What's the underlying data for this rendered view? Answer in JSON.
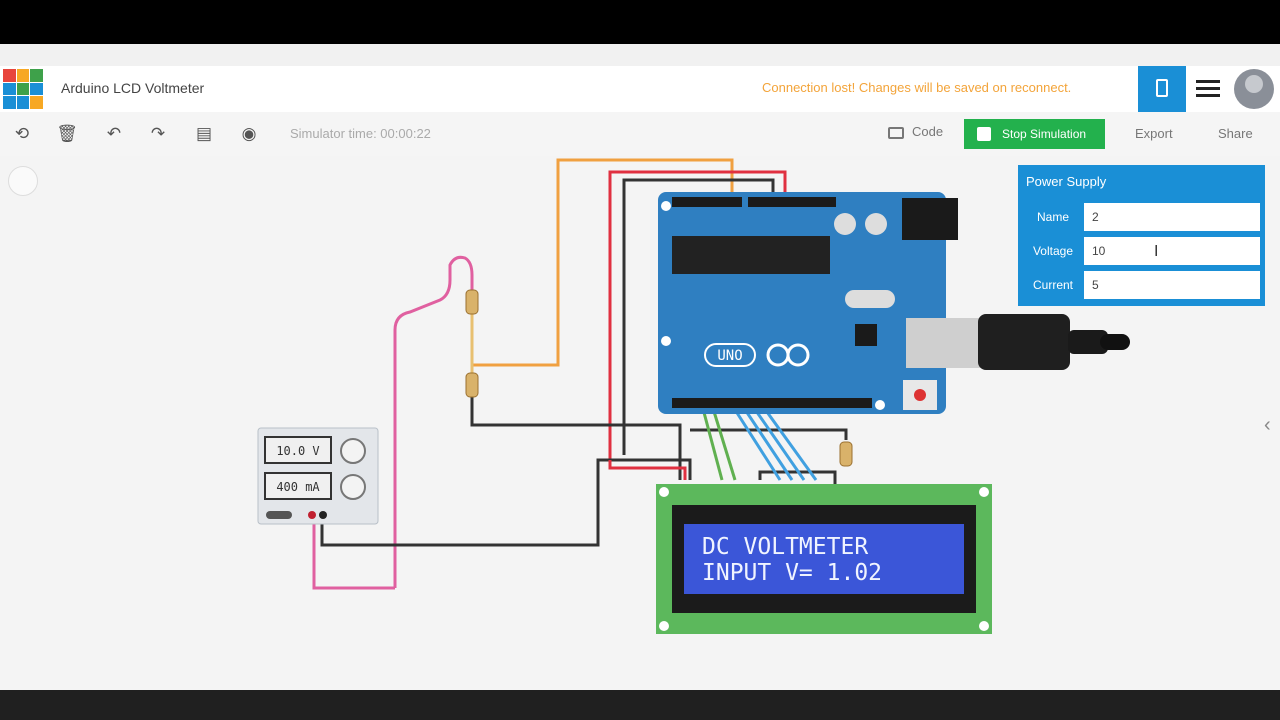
{
  "header": {
    "title": "Arduino LCD Voltmeter",
    "connection_status": "Connection lost! Changes will be saved on reconnect."
  },
  "toolbar": {
    "icons": [
      "rotate-icon",
      "delete-icon",
      "undo-icon",
      "redo-icon",
      "notes-icon",
      "visibility-icon"
    ],
    "sim_time": "Simulator time: 00:00:22",
    "code_label": "Code",
    "stop_label": "Stop Simulation",
    "export_label": "Export",
    "share_label": "Share"
  },
  "power_supply_panel": {
    "title": "Power Supply",
    "fields": [
      {
        "label": "Name",
        "value": "2"
      },
      {
        "label": "Voltage",
        "value": "10"
      },
      {
        "label": "Current",
        "value": "5"
      }
    ]
  },
  "power_supply_device": {
    "voltage_readout": "10.0 V",
    "current_readout": "400 mA"
  },
  "arduino": {
    "board_label": "UNO"
  },
  "lcd": {
    "line1": "DC VOLTMETER",
    "line2": "INPUT V= 1.02"
  },
  "colors": {
    "accent_blue": "#1a8fd6",
    "stop_green": "#23b14d",
    "warning_orange": "#f3a43a",
    "wire_orange": "#f0a040",
    "wire_red": "#e03040",
    "wire_pink": "#e060a0",
    "wire_dark": "#333333",
    "wire_green": "#60b050",
    "wire_blue": "#40a0e0",
    "lcd_screen": "#3b56d8",
    "lcd_board": "#5cb85c",
    "arduino_board": "#2f7fc1"
  }
}
